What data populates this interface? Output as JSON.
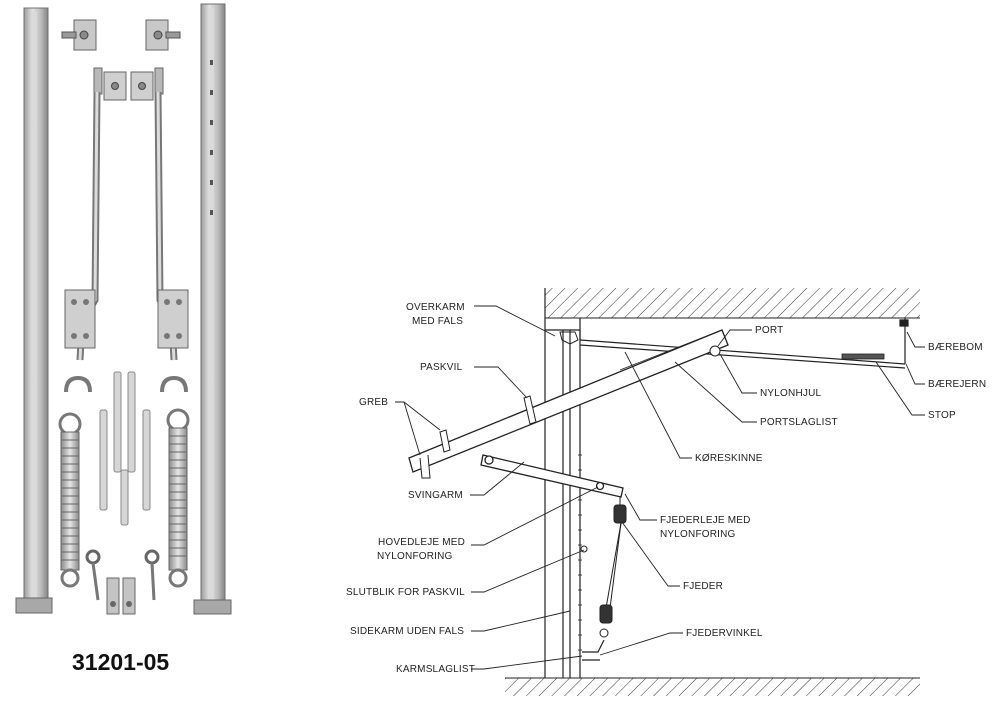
{
  "part_number": "31201-05",
  "labels": {
    "overkarm": [
      "OVERKARM",
      "MED FALS"
    ],
    "paskvil": "PASKVIL",
    "greb": "GREB",
    "svingarm": "SVINGARM",
    "hovedleje": [
      "HOVEDLEJE MED",
      "NYLONFORING"
    ],
    "slutblik": "SLUTBLIK FOR PASKVIL",
    "sidekarm": "SIDEKARM UDEN FALS",
    "karmslaglist": "KARMSLAGLIST",
    "port": "PORT",
    "nylonhjul": "NYLONHJUL",
    "portslaglist": "PORTSLAGLIST",
    "koreskinne": "KØRESKINNE",
    "fjederleje": [
      "FJEDERLEJE MED",
      "NYLONFORING"
    ],
    "fjeder": "FJEDER",
    "fjedervinkel": "FJEDERVINKEL",
    "baerebom": "BÆREBOM",
    "baerejern": "BÆREJERN",
    "stop": "STOP"
  },
  "colors": {
    "metal": "#c9c9c9",
    "metal_dark": "#8a8a8a",
    "line": "#222222"
  }
}
